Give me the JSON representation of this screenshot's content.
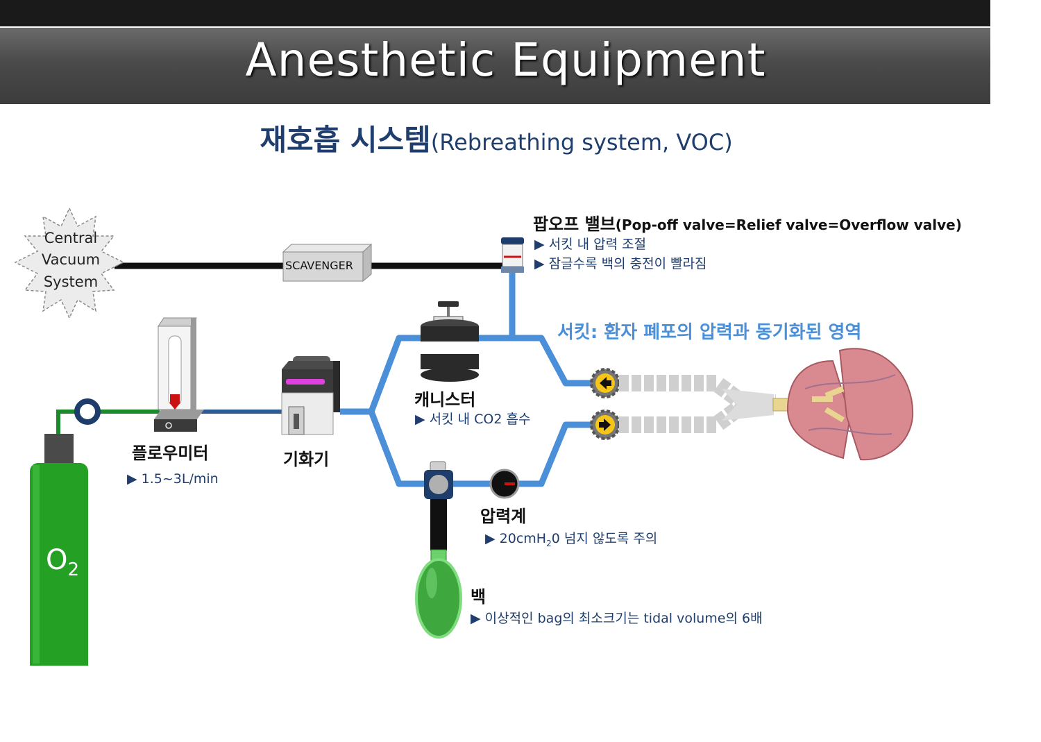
{
  "header": {
    "title": "Anesthetic Equipment"
  },
  "subtitle": {
    "korean": "재호흡 시스템",
    "english": "(Rebreathing system, VOC)"
  },
  "components": {
    "central_vacuum": {
      "line1": "Central",
      "line2": "Vacuum",
      "line3": "System"
    },
    "scavenger": {
      "label": "SCAVENGER"
    },
    "popoff": {
      "title": "팝오프 밸브",
      "title_en": "(Pop-off valve=Relief valve=Overflow valve)",
      "note1": "▶ 서킷 내 압력 조절",
      "note2": "▶ 잠글수록 백의 충전이 빨라짐"
    },
    "circuit_label": "서킷: 환자 폐포의 압력과 동기화된 영역",
    "canister": {
      "title": "캐니스터",
      "note": "▶ 서킷 내 CO2 흡수"
    },
    "flowmeter": {
      "title": "플로우미터",
      "note": "▶ 1.5~3L/min"
    },
    "vaporizer": {
      "title": "기화기"
    },
    "manometer": {
      "title": "압력계",
      "note_pre": "▶ 20cmH",
      "note_sub": "2",
      "note_post": "0 넘지 않도록 주의"
    },
    "bag": {
      "title": "백",
      "note": "▶ 이상적인 bag의 최소크기는 tidal volume의 6배"
    },
    "cylinder": {
      "label": "O",
      "sub": "2"
    }
  },
  "colors": {
    "circuit_blue": "#4a8fd8",
    "label_navy": "#1f3e6e",
    "o2_green": "#1a8a2a",
    "exhaust_black": "#111111"
  }
}
